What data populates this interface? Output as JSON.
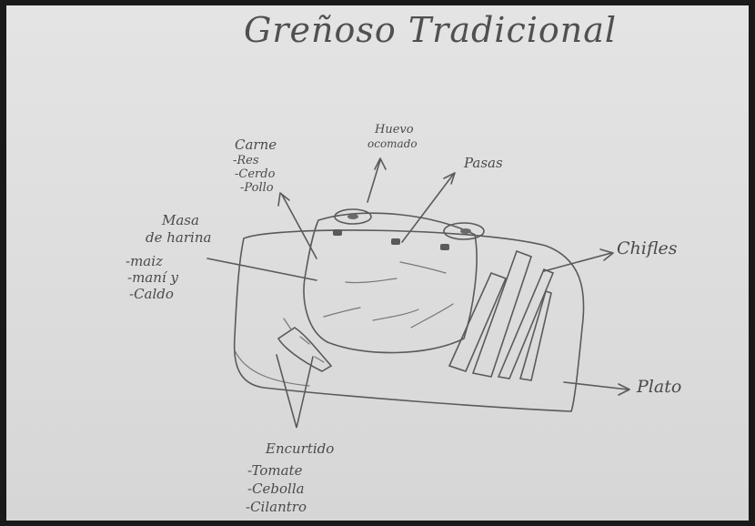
{
  "title": "Greñoso Tradicional",
  "labels": {
    "carne": {
      "heading": "Carne",
      "items": [
        "-Res",
        "-Cerdo",
        "-Pollo"
      ]
    },
    "huevo": {
      "line1": "Huevo",
      "line2": "ocomado"
    },
    "pasas": "Pasas",
    "masa": {
      "line1": "Masa",
      "line2": "de harina",
      "items": [
        "-maiz",
        "-maní y",
        "-Caldo"
      ]
    },
    "chifles": "Chifles",
    "plato": "Plato",
    "encurtido": {
      "heading": "Encurtido",
      "items": [
        "-Tomate",
        "-Cebolla",
        "-Cilantro"
      ]
    }
  }
}
